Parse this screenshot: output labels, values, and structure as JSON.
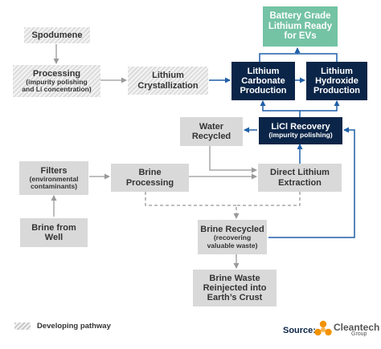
{
  "nodes": {
    "battery": {
      "line1": "Battery Grade",
      "line2": "Lithium Ready",
      "line3": "for EVs"
    },
    "spodumene": {
      "label": "Spodumene"
    },
    "processing": {
      "title": "Processing",
      "sub1": "(impurity polishing",
      "sub2": "and Li concentration)"
    },
    "crystallization": {
      "line1": "Lithium",
      "line2": "Crystallization"
    },
    "carbonate": {
      "line1": "Lithium",
      "line2": "Carbonate",
      "line3": "Production"
    },
    "hydroxide": {
      "line1": "Lithium",
      "line2": "Hydroxide",
      "line3": "Production"
    },
    "water": {
      "line1": "Water",
      "line2": "Recycled"
    },
    "licl": {
      "title": "LiCl Recovery",
      "sub": "(impurity polishing)"
    },
    "filters": {
      "title": "Filters",
      "sub1": "(environmental",
      "sub2": "contaminants)"
    },
    "brine_processing": {
      "line1": "Brine",
      "line2": "Processing"
    },
    "dle": {
      "line1": "Direct Lithium",
      "line2": "Extraction"
    },
    "brine_well": {
      "line1": "Brine from",
      "line2": "Well"
    },
    "brine_recycled": {
      "title": "Brine Recycled",
      "sub1": "(recovering",
      "sub2": "valuable waste)"
    },
    "brine_waste": {
      "line1": "Brine Waste",
      "line2": "Reinjected into",
      "line3": "Earth’s Crust"
    }
  },
  "legend": {
    "label": "Developing pathway"
  },
  "source": {
    "label": "Source:",
    "brand": "Cleantech",
    "brand_sub": "Group"
  },
  "colors": {
    "gray_box": "#d9d9d9",
    "dark_box": "#0b2548",
    "green_box": "#74c3a4",
    "gray_arrow": "#999999",
    "blue_arrow": "#1f5fa8",
    "logo_orange": "#f39200"
  }
}
